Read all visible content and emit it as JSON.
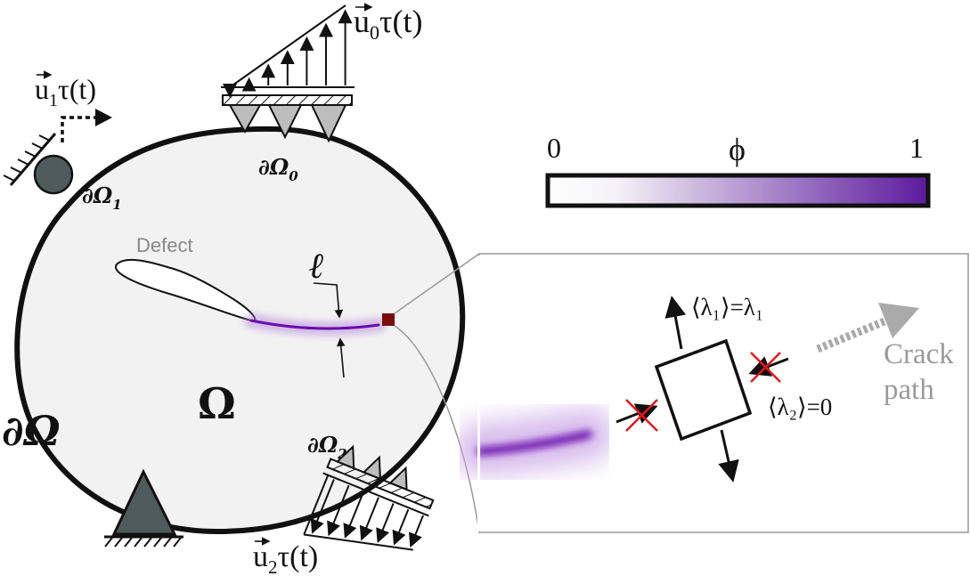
{
  "colors": {
    "domain_fill": "#f2f2f2",
    "outline": "#111111",
    "crack": "#6a0dad",
    "phase_max": "#5c1a9e",
    "marker": "#7a0c0c",
    "cross": "#e8161b",
    "support": "#4f5b5b",
    "wedge": "#bdbdbd",
    "path_arrow": "#aaaaaa",
    "defect_label": "#888888",
    "crack_path_label": "#9a9a9a"
  },
  "labels": {
    "u0": "u",
    "u0_sub": "0",
    "u1": "u",
    "u1_sub": "1",
    "u2": "u",
    "u2_sub": "2",
    "tau": "τ(t)",
    "boundary0": "∂Ω",
    "boundary0_sub": "0",
    "boundary1": "∂Ω",
    "boundary1_sub": "1",
    "boundary2": "∂Ω",
    "boundary2_sub": "2",
    "boundary": "∂Ω",
    "domain": "Ω",
    "defect": "Defect",
    "length_scale": "ℓ",
    "lambda1_eq": "⟨λ₁⟩=λ₁",
    "lambda2_eq": "⟨λ₂⟩=0",
    "crack_path_line1": "Crack",
    "crack_path_line2": "path"
  },
  "colorbar": {
    "min_label": "0",
    "symbol": "ϕ",
    "max_label": "1"
  }
}
